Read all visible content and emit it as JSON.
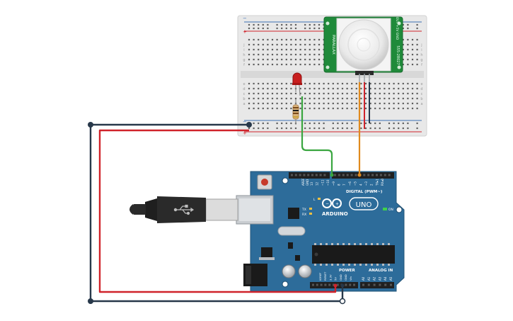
{
  "breadboard": {
    "row_letters_top": [
      "j",
      "i",
      "h",
      "g",
      "f"
    ],
    "row_letters_bottom": [
      "e",
      "d",
      "c",
      "b",
      "a"
    ]
  },
  "pir_sensor": {
    "brand": "PARALLAX",
    "pin_labels": "OUT +5V GND",
    "model": "555-28027"
  },
  "arduino": {
    "brand": "ARDUINO",
    "model": "UNO",
    "digital_label": "DIGITAL (PWM~)",
    "power_label": "POWER",
    "analog_label": "ANALOG IN",
    "aref_label": "AREF",
    "gnd_label": "GND",
    "on_label": "ON",
    "l_label": "L",
    "tx_label": "TX",
    "rx_label": "RX",
    "digital_pins": [
      "13",
      "12",
      "~11",
      "~10",
      "~9",
      "8",
      "7",
      "~6",
      "~5",
      "4",
      "~3",
      "2",
      "TX▸1",
      "RX◂0"
    ],
    "power_pins": [
      "IOREF",
      "RESET",
      "3.3V",
      "5V",
      "GND",
      "GND",
      "Vin"
    ],
    "analog_pins": [
      "A0",
      "A1",
      "A2",
      "A3",
      "A4",
      "A5"
    ]
  },
  "colors": {
    "arduino_board": "#2d6c9a",
    "wire_red": "#d0232b",
    "wire_black": "#27384a",
    "wire_green": "#3aa640",
    "wire_orange": "#e08a1e",
    "breadboard": "#e8e8e8",
    "pir_pcb": "#1f8a3a",
    "led": "#c81e1e"
  }
}
